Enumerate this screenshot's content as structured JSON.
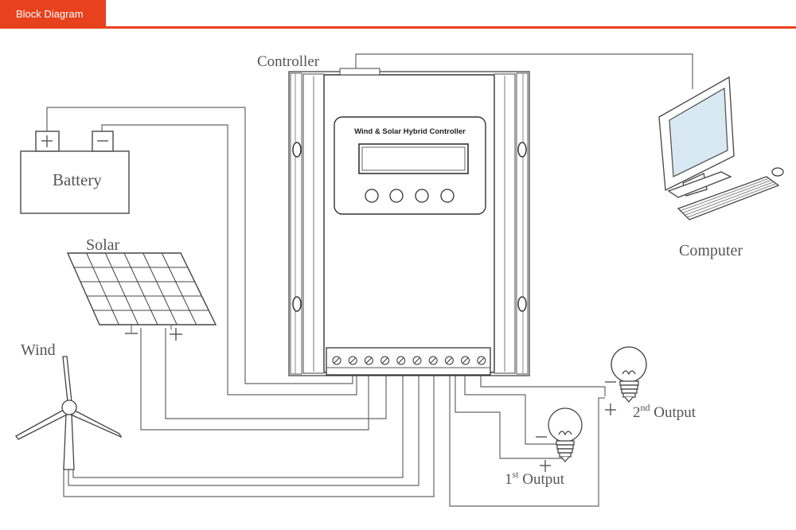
{
  "header": {
    "title": "Block Diagram"
  },
  "diagram": {
    "controller_label": "Controller",
    "panel_title": "Wind & Solar Hybrid Controller",
    "battery_label": "Battery",
    "solar_label": "Solar",
    "wind_label": "Wind",
    "computer_label": "Computer",
    "output1": {
      "num": "1",
      "sup": "st",
      "text": " Output"
    },
    "output2": {
      "num": "2",
      "sup": "nd",
      "text": " Output"
    },
    "plus": "+",
    "minus": "−"
  }
}
